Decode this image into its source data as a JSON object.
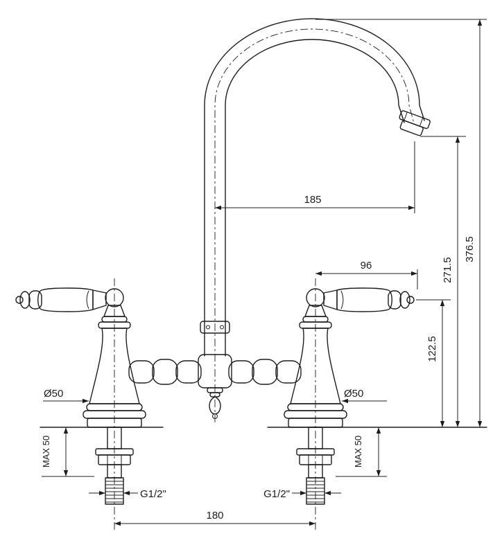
{
  "drawing": {
    "type": "technical-dimension-drawing",
    "subject": "two-handle bridge faucet with gooseneck spout",
    "colors": {
      "line": "#1c1c1c",
      "background": "#ffffff"
    },
    "labels": {
      "spout_reach": "185",
      "handle_reach": "96",
      "outlet_height": "271.5",
      "total_height": "376.5",
      "handle_height": "122.5",
      "base_diameter_left": "Ø50",
      "base_diameter_right": "Ø50",
      "max_deck_left": "MAX 50",
      "max_deck_right": "MAX 50",
      "thread_left": "G1/2\"",
      "thread_right": "G1/2\"",
      "tap_center_distance": "180"
    }
  }
}
